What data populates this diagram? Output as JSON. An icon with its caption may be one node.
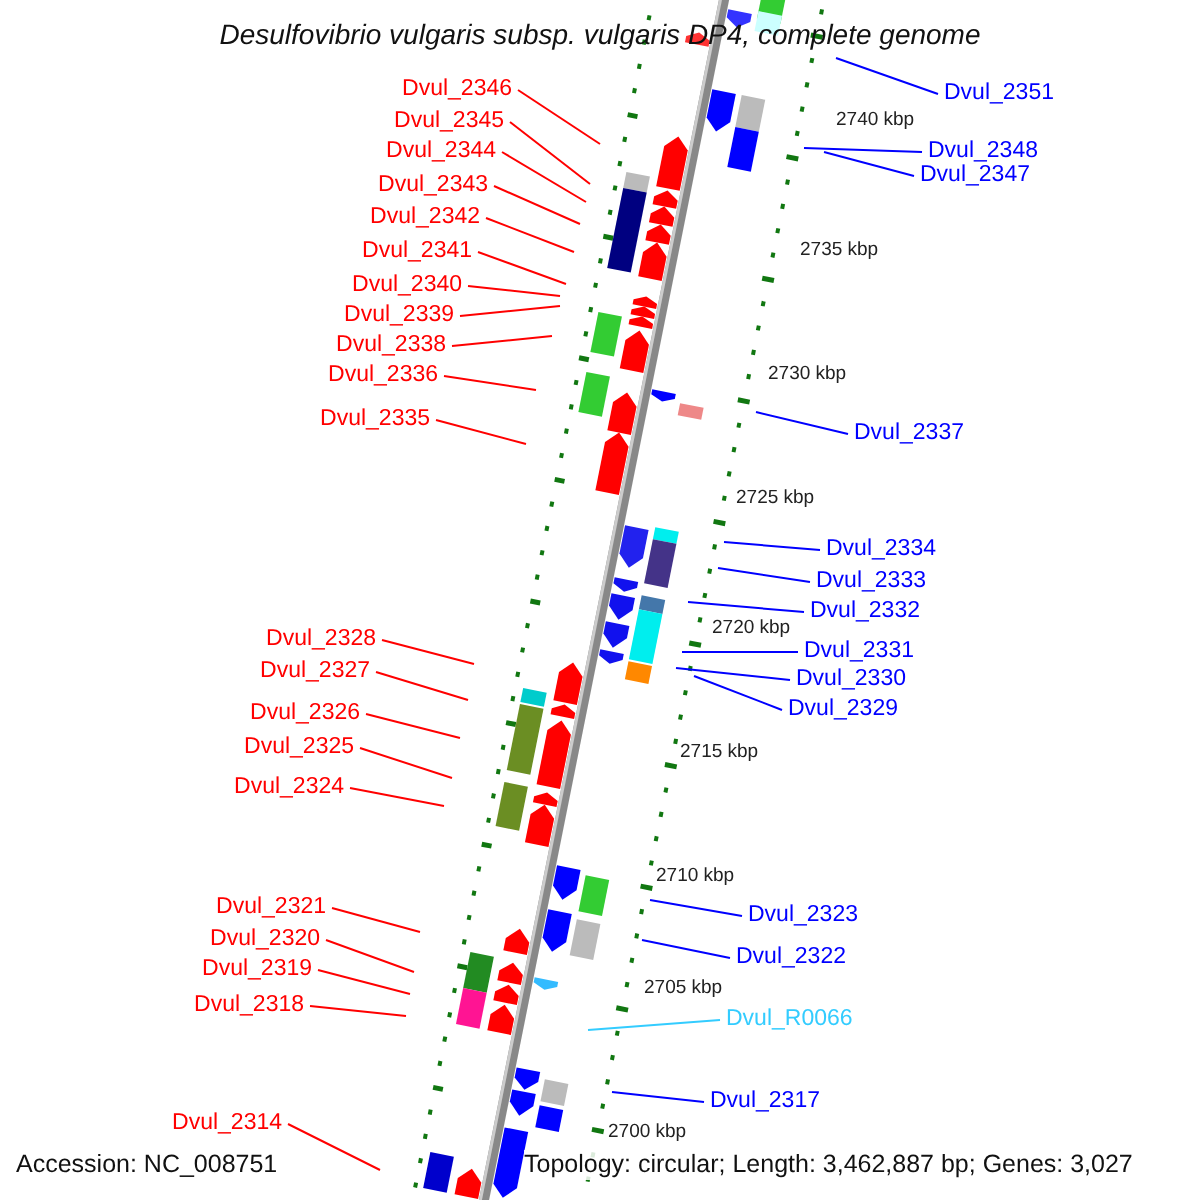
{
  "diagram": {
    "title": "Desulfovibrio vulgaris subsp. vulgaris DP4, complete genome",
    "nodes": [
      {
        "text": [
          "Dvul_2351"
        ]
      },
      {
        "text": [
          "Dvul_2346"
        ]
      },
      {
        "text": [
          "Dvul_2345"
        ]
      },
      {
        "text": [
          "Dvul_2348"
        ]
      },
      {
        "text": [
          "Dvul_2344"
        ]
      },
      {
        "text": [
          "Dvul_2347"
        ]
      },
      {
        "text": [
          "Dvul_2343"
        ]
      },
      {
        "text": [
          "Dvul_2342"
        ]
      },
      {
        "text": [
          "Dvul_2341"
        ]
      },
      {
        "text": [
          "Dvul_2340"
        ]
      },
      {
        "text": [
          "Dvul_2339"
        ]
      },
      {
        "text": [
          "Dvul_2338"
        ]
      },
      {
        "text": [
          "Dvul_2336"
        ]
      },
      {
        "text": [
          "Dvul_2335"
        ]
      },
      {
        "text": [
          "Dvul_2337"
        ]
      },
      {
        "text": [
          "Dvul_2334"
        ]
      },
      {
        "text": [
          "Dvul_2333"
        ]
      },
      {
        "text": [
          "Dvul_2332"
        ]
      },
      {
        "text": [
          "Dvul_2328"
        ]
      },
      {
        "text": [
          "Dvul_2331"
        ]
      },
      {
        "text": [
          "Dvul_2327"
        ]
      },
      {
        "text": [
          "Dvul_2330"
        ]
      },
      {
        "text": [
          "Dvul_2329"
        ]
      },
      {
        "text": [
          "Dvul_2326"
        ]
      },
      {
        "text": [
          "Dvul_2325"
        ]
      },
      {
        "text": [
          "Dvul_2324"
        ]
      },
      {
        "text": [
          "Dvul_2321"
        ]
      },
      {
        "text": [
          "Dvul_2323"
        ]
      },
      {
        "text": [
          "Dvul_2320"
        ]
      },
      {
        "text": [
          "Dvul_2322"
        ]
      },
      {
        "text": [
          "Dvul_2319"
        ]
      },
      {
        "text": [
          "Dvul_2318"
        ]
      },
      {
        "text": [
          "Dvul_R0066"
        ]
      },
      {
        "text": [
          "Dvul_2317"
        ]
      },
      {
        "text": [
          "Dvul_2314"
        ]
      }
    ],
    "edges": [
      {
        "from": 0,
        "to": null,
        "arrow": "none",
        "color": "#0000ff"
      },
      {
        "from": 1,
        "to": null,
        "arrow": "none"
      },
      {
        "from": 2,
        "to": null,
        "arrow": "none"
      },
      {
        "from": 3,
        "to": null,
        "arrow": "none",
        "color": "#0000ff"
      },
      {
        "from": 4,
        "to": null,
        "arrow": "none"
      },
      {
        "from": 5,
        "to": null,
        "arrow": "none",
        "color": "#0000ff"
      },
      {
        "from": 6,
        "to": null,
        "arrow": "none"
      },
      {
        "from": 7,
        "to": null,
        "arrow": "none"
      },
      {
        "from": 8,
        "to": null,
        "arrow": "none"
      },
      {
        "from": 9,
        "to": null,
        "arrow": "none"
      },
      {
        "from": 10,
        "to": null,
        "arrow": "none"
      },
      {
        "from": 11,
        "to": null,
        "arrow": "none"
      },
      {
        "from": 12,
        "to": null,
        "arrow": "none"
      },
      {
        "from": 13,
        "to": null,
        "arrow": "none"
      },
      {
        "from": 14,
        "to": null,
        "arrow": "none",
        "color": "#0000ff"
      },
      {
        "from": 15,
        "to": null,
        "arrow": "none",
        "color": "#0000ff"
      },
      {
        "from": 16,
        "to": null,
        "arrow": "none",
        "color": "#0000ff"
      },
      {
        "from": 17,
        "to": null,
        "arrow": "none",
        "color": "#0000ff"
      },
      {
        "from": 18,
        "to": null,
        "arrow": "none"
      },
      {
        "from": 19,
        "to": null,
        "arrow": "none",
        "color": "#0000ff"
      },
      {
        "from": 20,
        "to": null,
        "arrow": "none"
      },
      {
        "from": 21,
        "to": null,
        "arrow": "none",
        "color": "#0000ff"
      },
      {
        "from": 22,
        "to": null,
        "arrow": "none",
        "color": "#0000ff"
      },
      {
        "from": 23,
        "to": null,
        "arrow": "none"
      },
      {
        "from": 24,
        "to": null,
        "arrow": "none"
      },
      {
        "from": 25,
        "to": null,
        "arrow": "none"
      },
      {
        "from": 26,
        "to": null,
        "arrow": "none"
      },
      {
        "from": 27,
        "to": null,
        "arrow": "none",
        "color": "#0000ff"
      },
      {
        "from": 28,
        "to": null,
        "arrow": "none"
      },
      {
        "from": 29,
        "to": null,
        "arrow": "none",
        "color": "#0000ff"
      },
      {
        "from": 30,
        "to": null,
        "arrow": "none"
      },
      {
        "from": 31,
        "to": null,
        "arrow": "none"
      },
      {
        "from": 32,
        "to": null,
        "arrow": "none",
        "color": "#33ccff"
      },
      {
        "from": 33,
        "to": null,
        "arrow": "none",
        "color": "#0000ff"
      },
      {
        "from": 34,
        "to": null,
        "arrow": "none"
      }
    ],
    "labels": [
      "2740 kbp",
      "2735 kbp",
      "2730 kbp",
      "2725 kbp",
      "2720 kbp",
      "2715 kbp",
      "2710 kbp",
      "2705 kbp",
      "2700 kbp",
      "Accession: NC_008751",
      "Topology: circular; Length: 3,462,887 bp; Genes: 3,027"
    ]
  }
}
